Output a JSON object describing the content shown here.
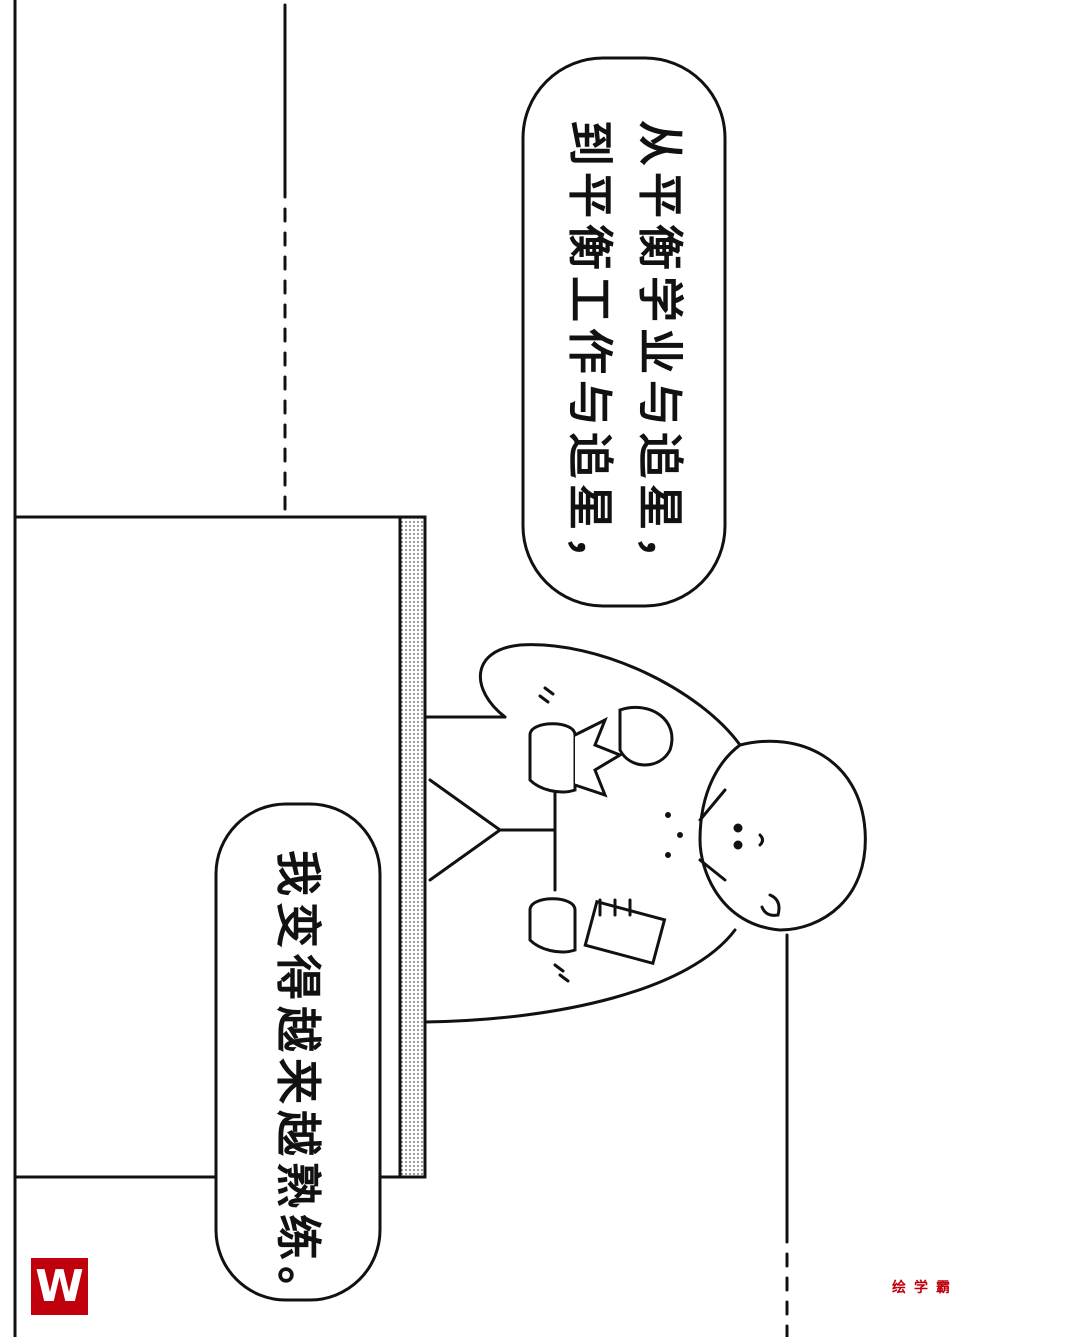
{
  "bubble_top": {
    "lines": [
      "从平衡学业与追星，",
      "到平衡工作与追星，"
    ]
  },
  "bubble_bottom": {
    "lines": [
      "我变得越来越熟练。"
    ]
  },
  "logo": {
    "text": "W",
    "color": "#c0000c"
  },
  "watermark": {
    "text": "绘学霸",
    "color": "#c0000c"
  }
}
